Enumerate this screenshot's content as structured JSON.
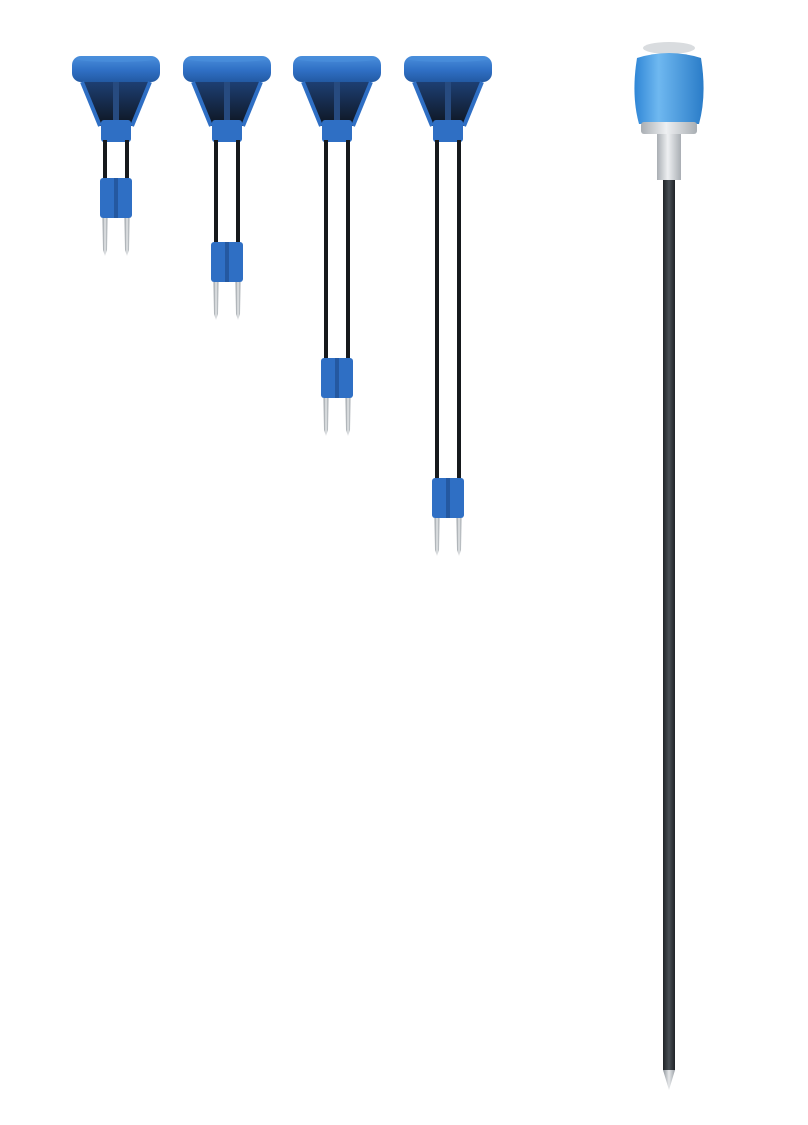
{
  "scene": {
    "description_visible_text": "",
    "colors": {
      "background": "#ffffff",
      "cap_blue": "#2f6fc4",
      "cap_blue_light": "#4a8fdc",
      "cap_shadow": "#1d3f73",
      "rod_dark": "#16191c",
      "tip_metal": "#c8ccd0",
      "tip_metal_dark": "#8e949a",
      "bulb_blue": "#3d9be6",
      "bulb_blue_light": "#6fb8f0",
      "collar_gray": "#d9dcdf",
      "collar_gray_dark": "#a9aeb3",
      "probe_shaft": "#3a3f44"
    },
    "sensors": [
      {
        "name": "sensor-short",
        "relative_length": 1
      },
      {
        "name": "sensor-medium",
        "relative_length": 2.6
      },
      {
        "name": "sensor-long",
        "relative_length": 5.5
      },
      {
        "name": "sensor-extra-long",
        "relative_length": 8.5
      }
    ],
    "probe": {
      "name": "sensor-probe-rod"
    }
  }
}
